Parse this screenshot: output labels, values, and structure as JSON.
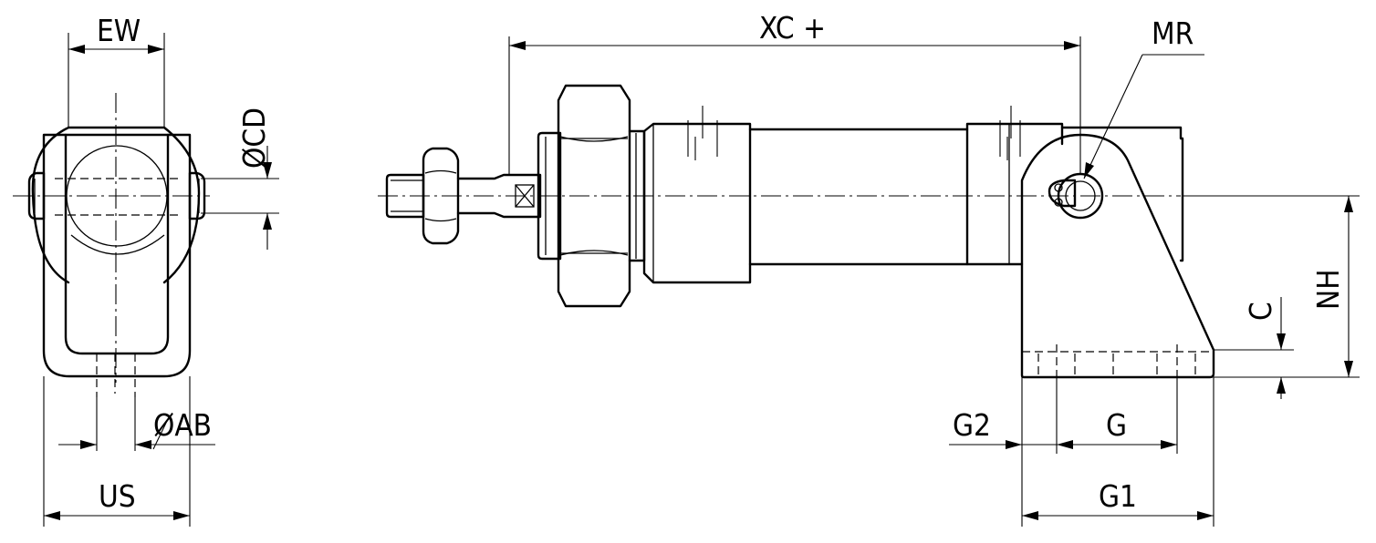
{
  "dimensions": {
    "ew": "EW",
    "cd": "ØCD",
    "ab": "ØAB",
    "us": "US",
    "xc": "XC +",
    "mr": "MR",
    "nh": "NH",
    "c": "C",
    "g2": "G2",
    "g": "G",
    "g1": "G1"
  }
}
